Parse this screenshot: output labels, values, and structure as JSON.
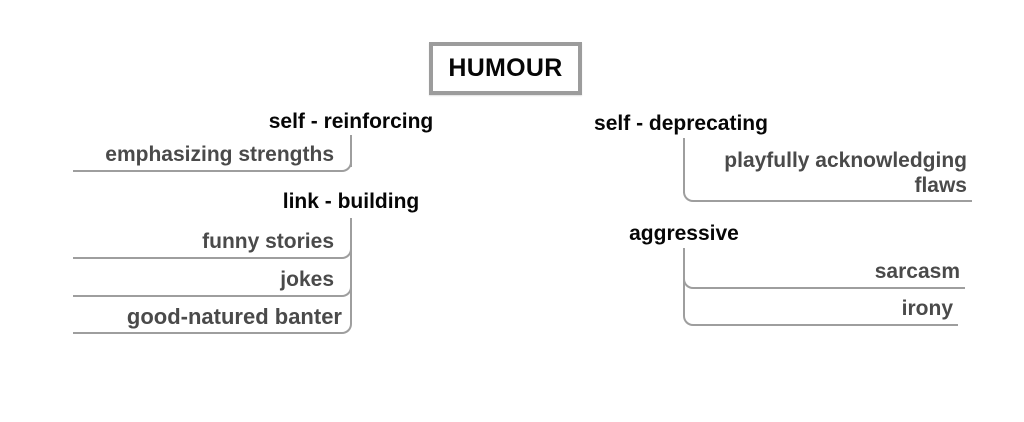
{
  "root": {
    "label": "HUMOUR"
  },
  "branches": [
    {
      "label": "self - reinforcing",
      "side": "left",
      "children": [
        "emphasizing strengths"
      ]
    },
    {
      "label": "link - building",
      "side": "left",
      "children": [
        "funny stories",
        "jokes",
        "good-natured banter"
      ]
    },
    {
      "label": "self - deprecating",
      "side": "right",
      "children": [
        "playfully acknowledging flaws"
      ]
    },
    {
      "label": "aggressive",
      "side": "right",
      "children": [
        "sarcasm",
        "irony"
      ]
    }
  ],
  "colors": {
    "line": "#9e9e9e",
    "box_border": "#9c9c9c",
    "leaf_text": "#4a4a4a",
    "label_text": "#060606",
    "background": "#ffffff"
  }
}
